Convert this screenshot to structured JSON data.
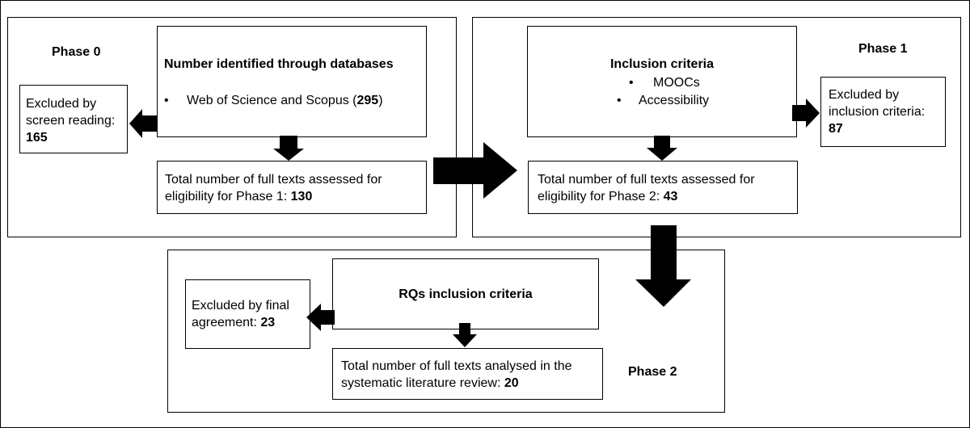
{
  "phase0": {
    "label": "Phase 0",
    "source": {
      "title": "Number identified through databases",
      "bullet": "•",
      "item_text": "Web of Science and Scopus (",
      "item_count": "295",
      "item_close": ")"
    },
    "excluded": {
      "label_line1": "Excluded by",
      "label_line2": "screen reading:",
      "count": "165"
    },
    "assessed": {
      "text_line1": "Total number of full texts assessed for",
      "text_line2": "eligibility for Phase 1: ",
      "count": "130"
    }
  },
  "phase1": {
    "label": "Phase 1",
    "criteria": {
      "title": "Inclusion criteria",
      "bullet": "•",
      "items": [
        "MOOCs",
        "Accessibility"
      ]
    },
    "excluded": {
      "label_line1": "Excluded by",
      "label_line2": "inclusion criteria:",
      "count": "87"
    },
    "assessed": {
      "text_line1": "Total number of full texts assessed for",
      "text_line2": "eligibility for Phase 2: ",
      "count": "43"
    }
  },
  "phase2": {
    "label": "Phase 2",
    "criteria": {
      "title": "RQs inclusion criteria"
    },
    "excluded": {
      "label_line1": "Excluded by final",
      "label_line2": "agreement: ",
      "count": "23"
    },
    "analysed": {
      "text_line1": "Total number of full texts analysed in the",
      "text_line2": "systematic literature review: ",
      "count": "20"
    }
  }
}
